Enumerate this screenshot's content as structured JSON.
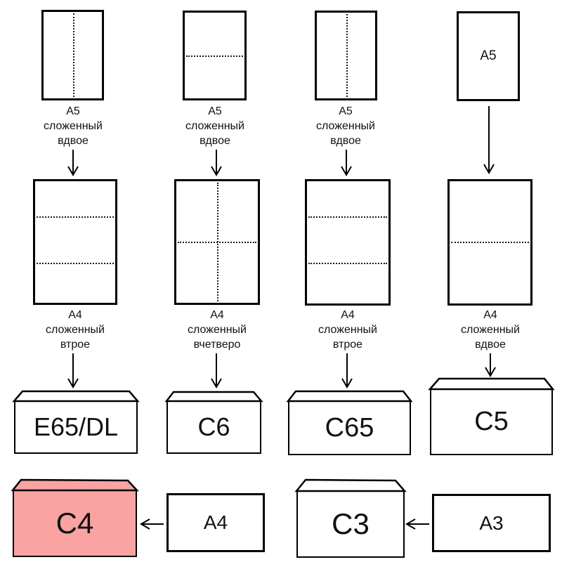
{
  "colors": {
    "highlight_fill": "#F9A3A3",
    "line": "#000000"
  },
  "columns": [
    {
      "top_caption": {
        "line1": "A5",
        "line2": "сложенный",
        "line3": "вдвое"
      },
      "mid_caption": {
        "line1": "A4",
        "line2": "сложенный",
        "line3": "втрое"
      },
      "envelope_label": "E65/DL"
    },
    {
      "top_caption": {
        "line1": "A5",
        "line2": "сложенный",
        "line3": "вдвое"
      },
      "mid_caption": {
        "line1": "A4",
        "line2": "сложенный",
        "line3": "вчетверо"
      },
      "envelope_label": "C6"
    },
    {
      "top_caption": {
        "line1": "A5",
        "line2": "сложенный",
        "line3": "вдвое"
      },
      "mid_caption": {
        "line1": "A4",
        "line2": "сложенный",
        "line3": "втрое"
      },
      "envelope_label": "C65"
    },
    {
      "top_paper_label": "A5",
      "mid_caption": {
        "line1": "A4",
        "line2": "сложенный",
        "line3": "вдвое"
      },
      "envelope_label": "C5"
    }
  ],
  "bottom": {
    "c4": {
      "envelope_label": "C4",
      "source_label": "A4"
    },
    "c3": {
      "envelope_label": "C3",
      "source_label": "A3"
    }
  }
}
